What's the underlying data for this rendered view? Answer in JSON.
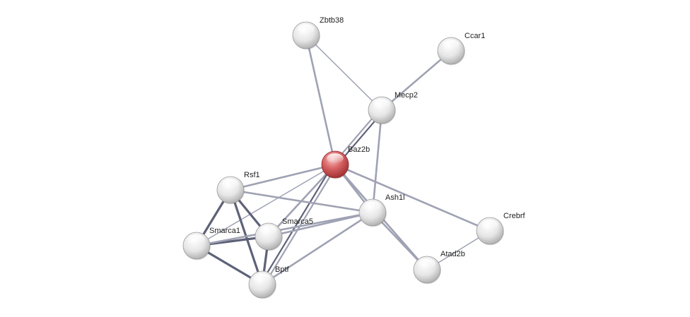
{
  "network": {
    "colors": {
      "edge_dark": "#5e6278",
      "edge_light": "#9fa2b3",
      "node_grey": "#d4d4d4",
      "node_query": "#c9484c"
    },
    "nodes": [
      {
        "id": "Baz2b",
        "label": "Baz2b",
        "query": true
      },
      {
        "id": "Zbtb38",
        "label": "Zbtb38"
      },
      {
        "id": "Ccar1",
        "label": "Ccar1"
      },
      {
        "id": "Mecp2",
        "label": "Mecp2"
      },
      {
        "id": "Rsf1",
        "label": "Rsf1"
      },
      {
        "id": "Ash1l",
        "label": "Ash1l"
      },
      {
        "id": "Smarca5",
        "label": "Smarca5"
      },
      {
        "id": "Smarca1",
        "label": "Smarca1"
      },
      {
        "id": "Crebrf",
        "label": "Crebrf"
      },
      {
        "id": "Atad2b",
        "label": "Atad2b"
      },
      {
        "id": "Bptf",
        "label": "Bptf"
      }
    ],
    "edges": [
      {
        "source": "Baz2b",
        "target": "Zbtb38",
        "strength": "medium"
      },
      {
        "source": "Baz2b",
        "target": "Mecp2",
        "strength": "double"
      },
      {
        "source": "Baz2b",
        "target": "Rsf1",
        "strength": "medium"
      },
      {
        "source": "Baz2b",
        "target": "Ash1l",
        "strength": "medium"
      },
      {
        "source": "Baz2b",
        "target": "Smarca5",
        "strength": "medium"
      },
      {
        "source": "Baz2b",
        "target": "Smarca1",
        "strength": "light"
      },
      {
        "source": "Baz2b",
        "target": "Bptf",
        "strength": "double"
      },
      {
        "source": "Baz2b",
        "target": "Crebrf",
        "strength": "medium"
      },
      {
        "source": "Baz2b",
        "target": "Atad2b",
        "strength": "medium"
      },
      {
        "source": "Zbtb38",
        "target": "Mecp2",
        "strength": "light"
      },
      {
        "source": "Ccar1",
        "target": "Mecp2",
        "strength": "medium"
      },
      {
        "source": "Mecp2",
        "target": "Ash1l",
        "strength": "medium"
      },
      {
        "source": "Rsf1",
        "target": "Ash1l",
        "strength": "medium"
      },
      {
        "source": "Rsf1",
        "target": "Smarca5",
        "strength": "strong"
      },
      {
        "source": "Rsf1",
        "target": "Smarca1",
        "strength": "strong"
      },
      {
        "source": "Rsf1",
        "target": "Bptf",
        "strength": "strong"
      },
      {
        "source": "Smarca5",
        "target": "Smarca1",
        "strength": "strong"
      },
      {
        "source": "Smarca5",
        "target": "Bptf",
        "strength": "strong"
      },
      {
        "source": "Smarca5",
        "target": "Ash1l",
        "strength": "medium"
      },
      {
        "source": "Smarca1",
        "target": "Bptf",
        "strength": "strong"
      },
      {
        "source": "Smarca1",
        "target": "Ash1l",
        "strength": "medium"
      },
      {
        "source": "Bptf",
        "target": "Ash1l",
        "strength": "medium"
      },
      {
        "source": "Ash1l",
        "target": "Atad2b",
        "strength": "medium"
      },
      {
        "source": "Crebrf",
        "target": "Atad2b",
        "strength": "light"
      }
    ]
  }
}
